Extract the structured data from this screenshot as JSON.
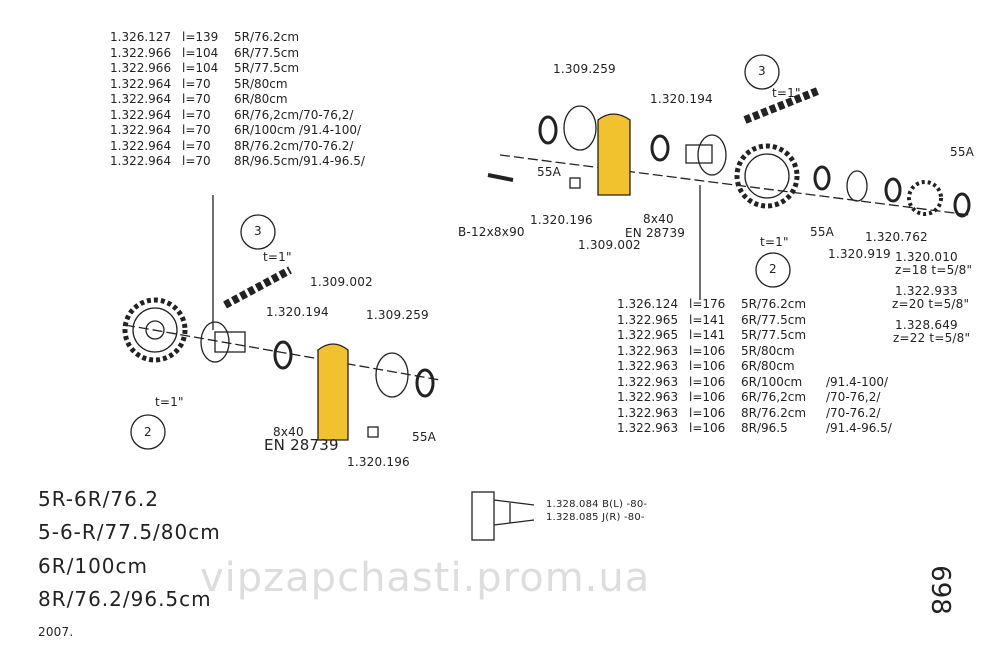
{
  "left_table": [
    [
      "1.326.127",
      "l=139",
      "5R/76.2cm",
      ""
    ],
    [
      "1.322.966",
      "l=104",
      "6R/77.5cm",
      ""
    ],
    [
      "1.322.966",
      "l=104",
      "5R/77.5cm",
      ""
    ],
    [
      "1.322.964",
      "l=70",
      "5R/80cm",
      ""
    ],
    [
      "1.322.964",
      "l=70",
      "6R/80cm",
      ""
    ],
    [
      "1.322.964",
      "l=70",
      "6R/76,2cm/70-76,2/",
      ""
    ],
    [
      "1.322.964",
      "l=70",
      "6R/100cm /91.4-100/",
      ""
    ],
    [
      "1.322.964",
      "l=70",
      "8R/76.2cm/70-76.2/",
      ""
    ],
    [
      "1.322.964",
      "l=70",
      "8R/96.5cm/91.4-96.5/",
      ""
    ]
  ],
  "right_table": [
    [
      "1.326.124",
      "l=176",
      "5R/76.2cm",
      ""
    ],
    [
      "1.322.965",
      "l=141",
      "6R/77.5cm",
      ""
    ],
    [
      "1.322.965",
      "l=141",
      "5R/77.5cm",
      ""
    ],
    [
      "1.322.963",
      "l=106",
      "5R/80cm",
      ""
    ],
    [
      "1.322.963",
      "l=106",
      "6R/80cm",
      ""
    ],
    [
      "1.322.963",
      "l=106",
      "6R/100cm",
      "/91.4-100/"
    ],
    [
      "1.322.963",
      "l=106",
      "6R/76,2cm",
      "/70-76,2/"
    ],
    [
      "1.322.963",
      "l=106",
      "8R/76.2cm",
      "/70-76.2/"
    ],
    [
      "1.322.963",
      "l=106",
      "8R/96.5",
      "/91.4-96.5/"
    ]
  ],
  "labels": {
    "l_309259": "1.309.259",
    "l_320194": "1.320.194",
    "l_55a1": "55A",
    "l_b12": "B-12x8x90",
    "l_320196": "1.320.196",
    "l_8x40": "8x40",
    "l_en": "EN 28739",
    "l_309002": "1.309.002",
    "l_3": "3",
    "l_t1": "t=1\"",
    "l_55a2": "55A",
    "l_55a3": "55A",
    "l_tr": "t=1\"",
    "l_2": "2",
    "l_320919": "1.320.919",
    "l_320762": "1.320.762",
    "l_320010": "1.320.010",
    "l_z18": "z=18 t=5/8\"",
    "l_322933": "1.322.933",
    "l_z20": "z=20 t=5/8\"",
    "l_328649": "1.328.649",
    "l_z22": "z=22 t=5/8\"",
    "b_3": "3",
    "b_t1": "t=1\"",
    "b_309002": "1.309.002",
    "b_320194": "1.320.194",
    "b_309259": "1.309.259",
    "b_t1b": "t=1\"",
    "b_2": "2",
    "b_8x40": "8x40",
    "b_en": "EN 28739",
    "b_320196": "1.320.196",
    "b_55a": "55A",
    "br1": "1.328.084 B(L) -80-",
    "br2": "1.328.085 J(R) -80-"
  },
  "variants": [
    "5R-6R/76.2",
    "5-6-R/77.5/80cm",
    "6R/100cm",
    "8R/76.2/96.5cm"
  ],
  "year": "2007.",
  "page_number": "698",
  "watermark": "vipzapchasti.prom.ua",
  "colors": {
    "highlight": "#f2c12e"
  }
}
